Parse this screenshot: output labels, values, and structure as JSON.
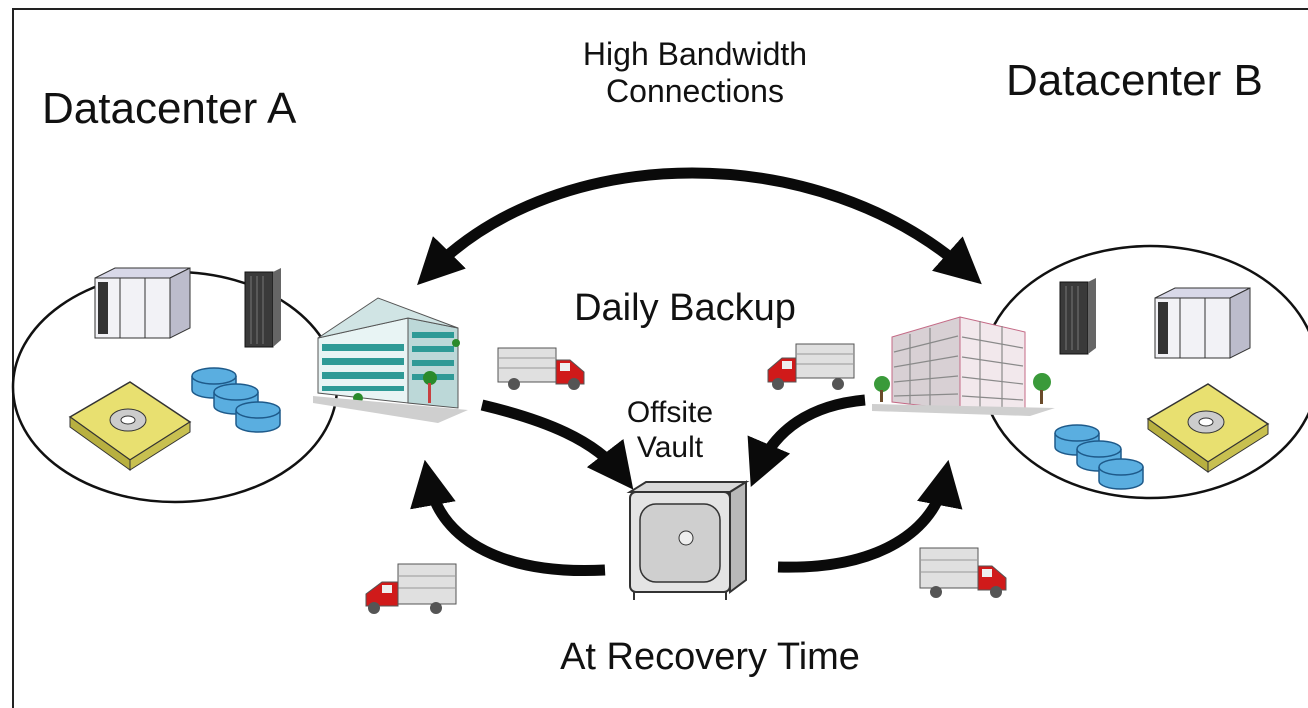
{
  "labels": {
    "datacenter_a": "Datacenter A",
    "datacenter_b": "Datacenter B",
    "high_bandwidth_line1": "High Bandwidth",
    "high_bandwidth_line2": "Connections",
    "daily_backup": "Daily Backup",
    "offsite_line1": "Offsite",
    "offsite_line2": "Vault",
    "recovery_time": "At Recovery Time"
  },
  "colors": {
    "arrow": "#0a0a0a",
    "building_a": "#2e9a96",
    "building_b": "#f2c6cc",
    "truck_cab": "#d01a1a",
    "disk": "#5aaee0",
    "tape": "#e8e070"
  },
  "icons": [
    "server-rack-icon",
    "tower-server-icon",
    "disk-stack-icon",
    "tape-cartridge-icon",
    "office-building-icon",
    "delivery-truck-icon",
    "vault-safe-icon"
  ]
}
